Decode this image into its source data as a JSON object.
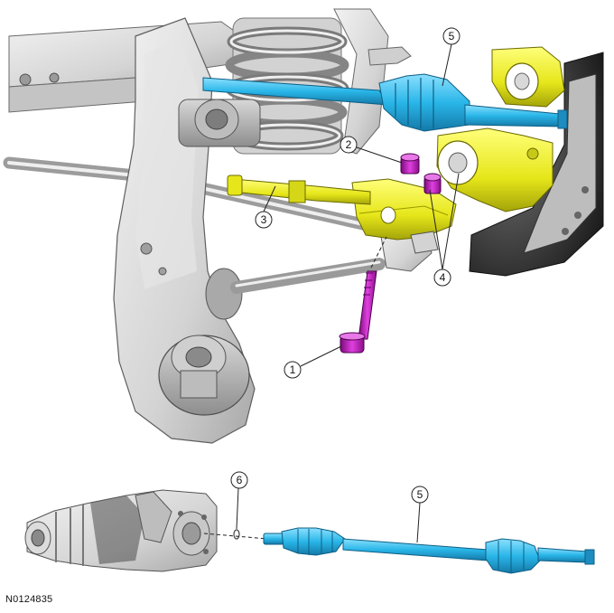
{
  "figure": {
    "id_label": "N0124835"
  },
  "callouts": [
    {
      "key": "c1",
      "label": "1"
    },
    {
      "key": "c2",
      "label": "2"
    },
    {
      "key": "c3",
      "label": "3"
    },
    {
      "key": "c4",
      "label": "4"
    },
    {
      "key": "c5_top",
      "label": "5"
    },
    {
      "key": "c6",
      "label": "6"
    },
    {
      "key": "c5_bottom",
      "label": "5"
    }
  ],
  "colors": {
    "halfshaft": "#29b6e8",
    "bracket": "#e6e61a",
    "fastener": "#c01ec0",
    "structure": "#d9d9d9",
    "outline": "#555555"
  },
  "parts": {
    "rear_axle_halfshaft_top": "halfshaft",
    "rear_axle_halfshaft_bottom": "halfshaft",
    "toe_link_bracket": "bracket",
    "lower_bolt": "fastener",
    "nut_2": "fastener",
    "nut_4": "fastener"
  }
}
